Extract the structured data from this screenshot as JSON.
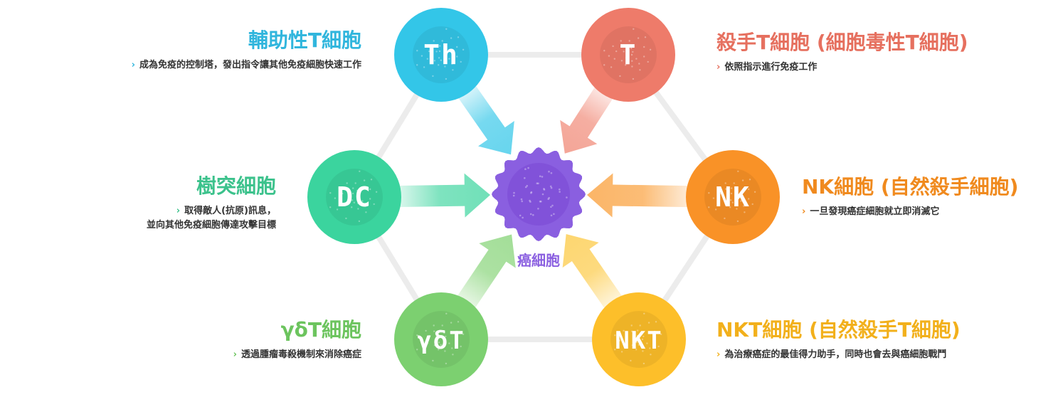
{
  "center": {
    "label": "癌細胞",
    "color": "#8a5fe0"
  },
  "cells": [
    {
      "id": "th",
      "symbol": "Th",
      "title": "輔助性T細胞",
      "desc": [
        "成為免疫的控制塔，發出指令讓其他免疫細胞快速工作"
      ],
      "color": "#33c6e8",
      "arrow_color": "#67d5ee",
      "title_color": "#31b6dd"
    },
    {
      "id": "t",
      "symbol": "T",
      "title": "殺手T細胞 (細胞毒性T細胞)",
      "desc": [
        "依照指示進行免疫工作"
      ],
      "color": "#ee7b6a",
      "arrow_color": "#f4a597",
      "title_color": "#e6705f"
    },
    {
      "id": "dc",
      "symbol": "DC",
      "title": "樹突細胞",
      "desc": [
        "取得敵人(抗原)訊息，",
        "並向其他免疫細胞傳達攻擊目標"
      ],
      "color": "#3bd49e",
      "arrow_color": "#70e0b8",
      "title_color": "#3cc28c"
    },
    {
      "id": "nk",
      "symbol": "NK",
      "title": "NK細胞 (自然殺手細胞)",
      "desc": [
        "一旦發現癌症細胞就立即消滅它"
      ],
      "color": "#f99227",
      "arrow_color": "#fbb567",
      "title_color": "#f08a1e"
    },
    {
      "id": "gdt",
      "symbol": "γδT",
      "title": "γδT細胞",
      "desc": [
        "透過腫瘤毒殺機制來消除癌症"
      ],
      "color": "#7cd070",
      "arrow_color": "#a3de98",
      "title_color": "#6cc45e"
    },
    {
      "id": "nkt",
      "symbol": "NKT",
      "title": "NKT細胞 (自然殺手T細胞)",
      "desc": [
        "為治療癌症的最佳得力助手，同時也會去與癌細胞戰鬥"
      ],
      "color": "#fdbf2a",
      "arrow_color": "#fdd670",
      "title_color": "#f2b01b"
    }
  ],
  "icons": {
    "bullet": "chevron-right-icon",
    "center": "cancer-cell-icon"
  },
  "hexagon_color": "#ececec"
}
